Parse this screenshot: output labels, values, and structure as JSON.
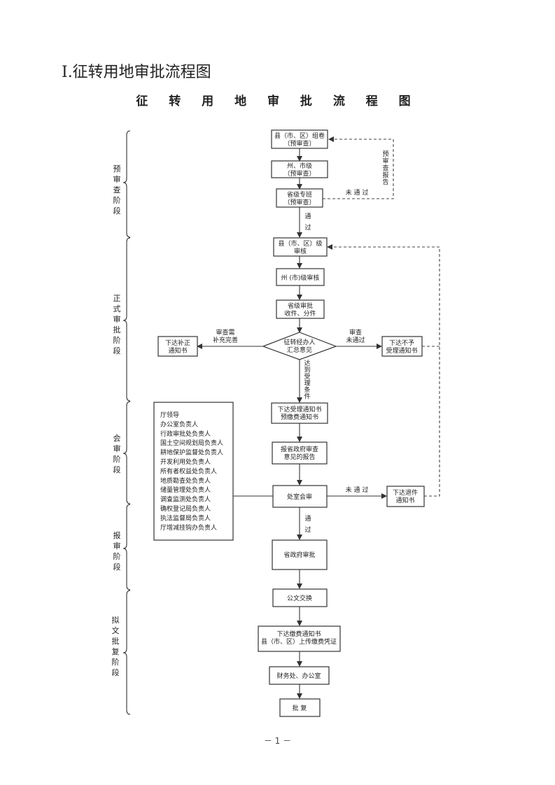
{
  "heading": "Ⅰ.征转用地审批流程图",
  "chart_title": "征 转 用 地 审 批 流 程 图",
  "page_number": "－ 1 －",
  "stages": [
    "预审查阶段",
    "正式审批阶段",
    "会审阶段",
    "报审阶段",
    "拟文批复阶段"
  ],
  "nodes": {
    "county_group": [
      "县（市、区）组卷",
      "（预审查）"
    ],
    "city_level": [
      "州、市级",
      "（预审查）"
    ],
    "province_special": [
      "省级专班",
      "（预审查）"
    ],
    "county_review": [
      "县（市、区）级",
      "审核"
    ],
    "state_review": [
      "州 (市)级审核"
    ],
    "province_receive": [
      "省级审批",
      "收件、分件"
    ],
    "handler_opinion": [
      "征转经办人",
      "汇总意见"
    ],
    "issue_supplement": [
      "下达补正",
      "通知书"
    ],
    "issue_reject": [
      "下达不予",
      "受理通知书"
    ],
    "accept_notice": [
      "下达受理通知书",
      "预缴费通知书"
    ],
    "gov_report": [
      "报省政府审查",
      "意见的报告"
    ],
    "joint_review": [
      "处室会审"
    ],
    "issue_return": [
      "下达退件",
      "通知书"
    ],
    "gov_approval": [
      "省政府审批"
    ],
    "doc_exchange": [
      "公文交换"
    ],
    "fee_notice": [
      "下达缴费通知书",
      "县（市、区）上传缴费凭证"
    ],
    "finance_office": [
      "财务处、办公室"
    ],
    "reply": [
      "批 复"
    ]
  },
  "participants": [
    "厅领导",
    "办公室负责人",
    "行政审批处负责人",
    "国土空间规划局负责人",
    "耕地保护监督处负责人",
    "开发利用处负责人",
    "所有者权益处负责人",
    "地质勘查处负责人",
    "储量管理处负责人",
    "调查监测处负责人",
    "确权登记局负责人",
    "执法监督局负责人",
    "厅增减挂钩办负责人"
  ],
  "edge_labels": {
    "pre_report": "预审查报告",
    "not_passed_1": "未 通 过",
    "passed_1": [
      "通",
      "过"
    ],
    "needs_supplement": [
      "审查需",
      "补充完善"
    ],
    "review_not_passed": [
      "审查",
      "未通过"
    ],
    "meets_conditions": "达到受理条件",
    "not_passed_2": "未 通 过",
    "passed_2": [
      "通",
      "过"
    ]
  }
}
